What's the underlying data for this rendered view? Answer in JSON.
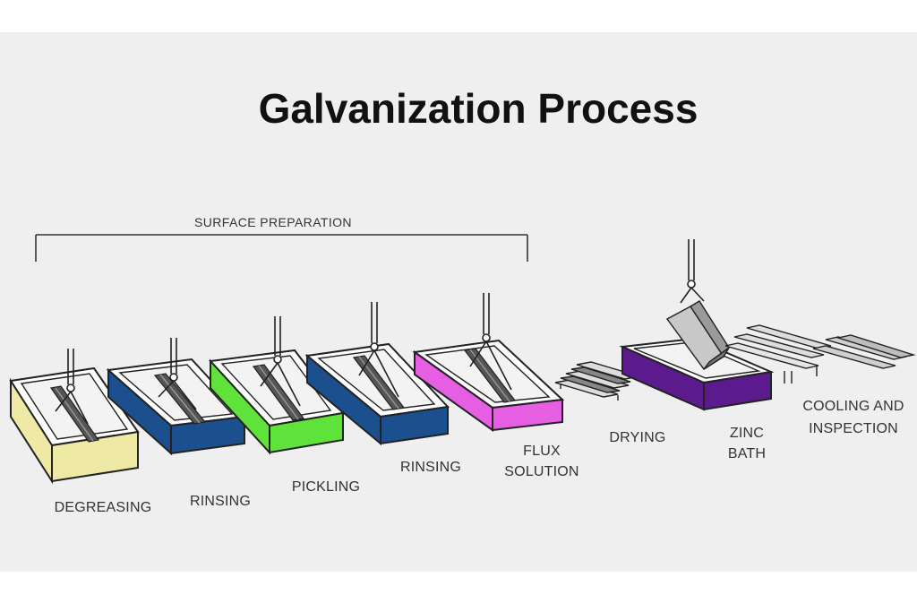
{
  "title": "Galvanization Process",
  "surface_preparation_label": "SURFACE PREPARATION",
  "colors": {
    "degreasing": "#eeeaa6",
    "rinsing_1": "#1c4f8e",
    "pickling": "#5fe33a",
    "rinsing_2": "#1c4f8e",
    "flux_solution": "#e65fe2",
    "zinc_bath": "#5b1a8e",
    "outline": "#222222"
  },
  "steps": {
    "degreasing": "DEGREASING",
    "rinsing_1": "RINSING",
    "pickling": "PICKLING",
    "rinsing_2": "RINSING",
    "flux_line1": "FLUX",
    "flux_line2": "SOLUTION",
    "drying": "DRYING",
    "zinc_line1": "ZINC",
    "zinc_line2": "BATH",
    "cooling_line1": "COOLING AND",
    "cooling_line2": "INSPECTION"
  }
}
